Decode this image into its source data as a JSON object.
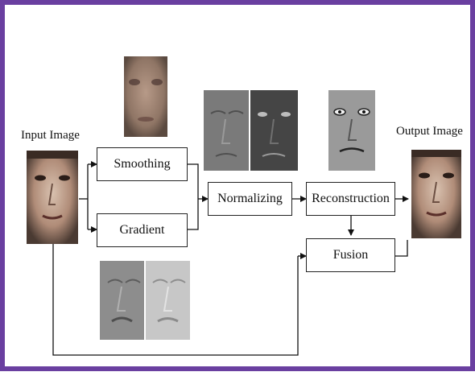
{
  "labels": {
    "input_image": "Input Image",
    "output_image": "Output Image"
  },
  "boxes": {
    "smoothing": "Smoothing",
    "gradient": "Gradient",
    "normalizing": "Normalizing",
    "reconstruction": "Reconstruction",
    "fusion": "Fusion"
  },
  "colors": {
    "frame_border": "#6a3fa0"
  }
}
